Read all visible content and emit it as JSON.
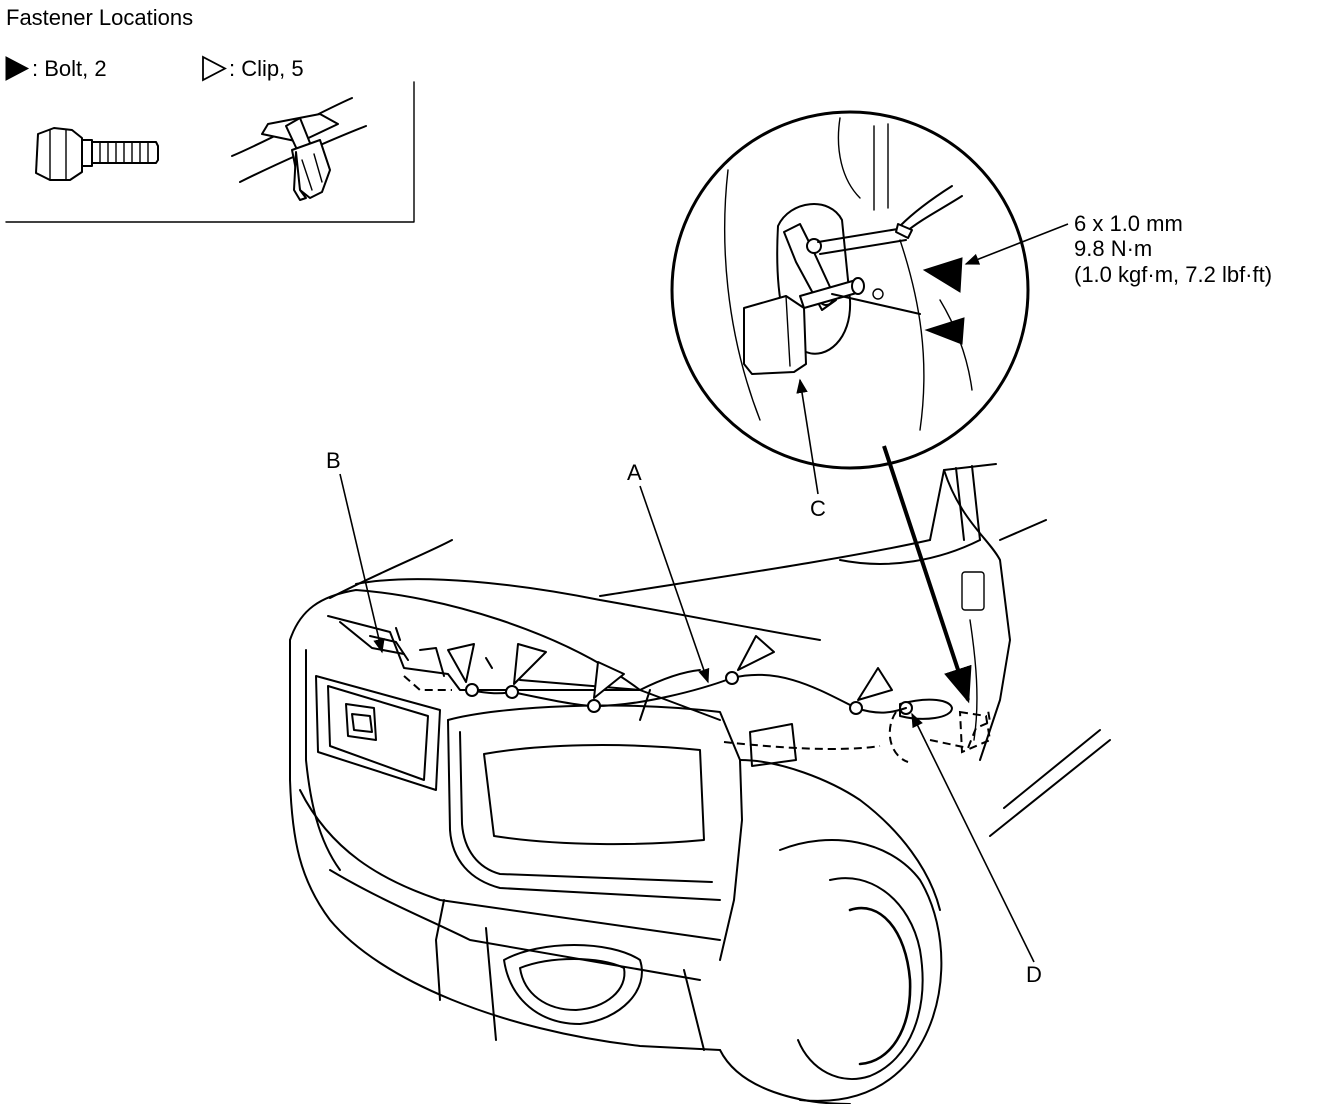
{
  "header": {
    "title": "Fastener Locations"
  },
  "legend": {
    "bolt": {
      "label": ": Bolt, 2",
      "icon": "filled-triangle-icon"
    },
    "clip": {
      "label": ": Clip, 5",
      "icon": "outline-triangle-icon"
    }
  },
  "torque_spec": {
    "size": "6 x 1.0 mm",
    "torque_nm": "9.8 N·m",
    "torque_alt": "(1.0 kgf·m, 7.2 lbf·ft)"
  },
  "callouts": {
    "a": "A",
    "b": "B",
    "c": "C",
    "d": "D"
  },
  "colors": {
    "line": "#000000",
    "background": "#ffffff"
  }
}
